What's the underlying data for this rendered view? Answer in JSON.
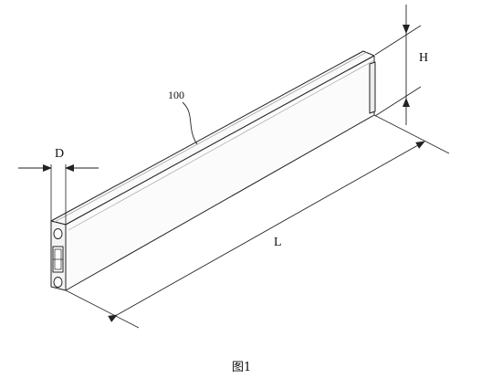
{
  "labels": {
    "height": "H",
    "part_number": "100",
    "depth": "D",
    "length": "L",
    "caption": "图1"
  },
  "colors": {
    "line": "#222222",
    "face": "#f7f7f7",
    "background": "#ffffff"
  }
}
